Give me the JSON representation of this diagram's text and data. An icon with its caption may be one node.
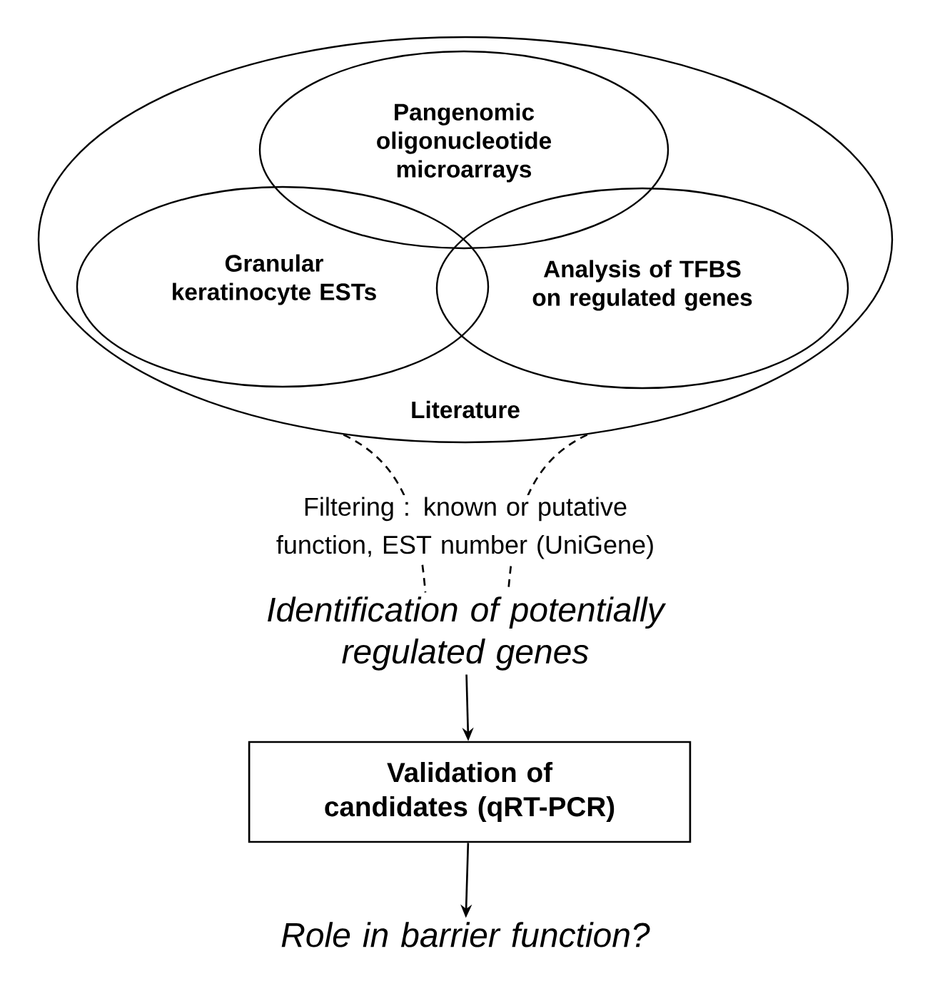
{
  "diagram": {
    "nodes": [
      {
        "text": [
          "Literature"
        ]
      },
      {
        "text": [
          "Pangenomic oligonucleotide microarrays"
        ],
        "in": 0
      },
      {
        "text": [
          "Granular keratinocyte ESTs"
        ],
        "in": 0
      },
      {
        "text": [
          "Analysis of TFBS on regulated genes"
        ],
        "in": 0
      },
      {
        "text": [
          "Identification of potentially regulated genes"
        ]
      },
      {
        "text": [
          "Validation of candidates (qRT-PCR)"
        ]
      },
      {
        "text": [
          "Role in barrier function?"
        ]
      }
    ],
    "edges": [
      {
        "from": 0,
        "to": 4,
        "arrow": "none",
        "style": "dashed"
      },
      {
        "from": 0,
        "to": 4,
        "arrow": "none",
        "style": "dashed"
      },
      {
        "from": 4,
        "to": 5,
        "arrow": "to"
      },
      {
        "from": 5,
        "to": 6,
        "arrow": "to"
      }
    ],
    "labels": [
      "Filtering : known or putative function, EST number (UniGene)"
    ]
  }
}
